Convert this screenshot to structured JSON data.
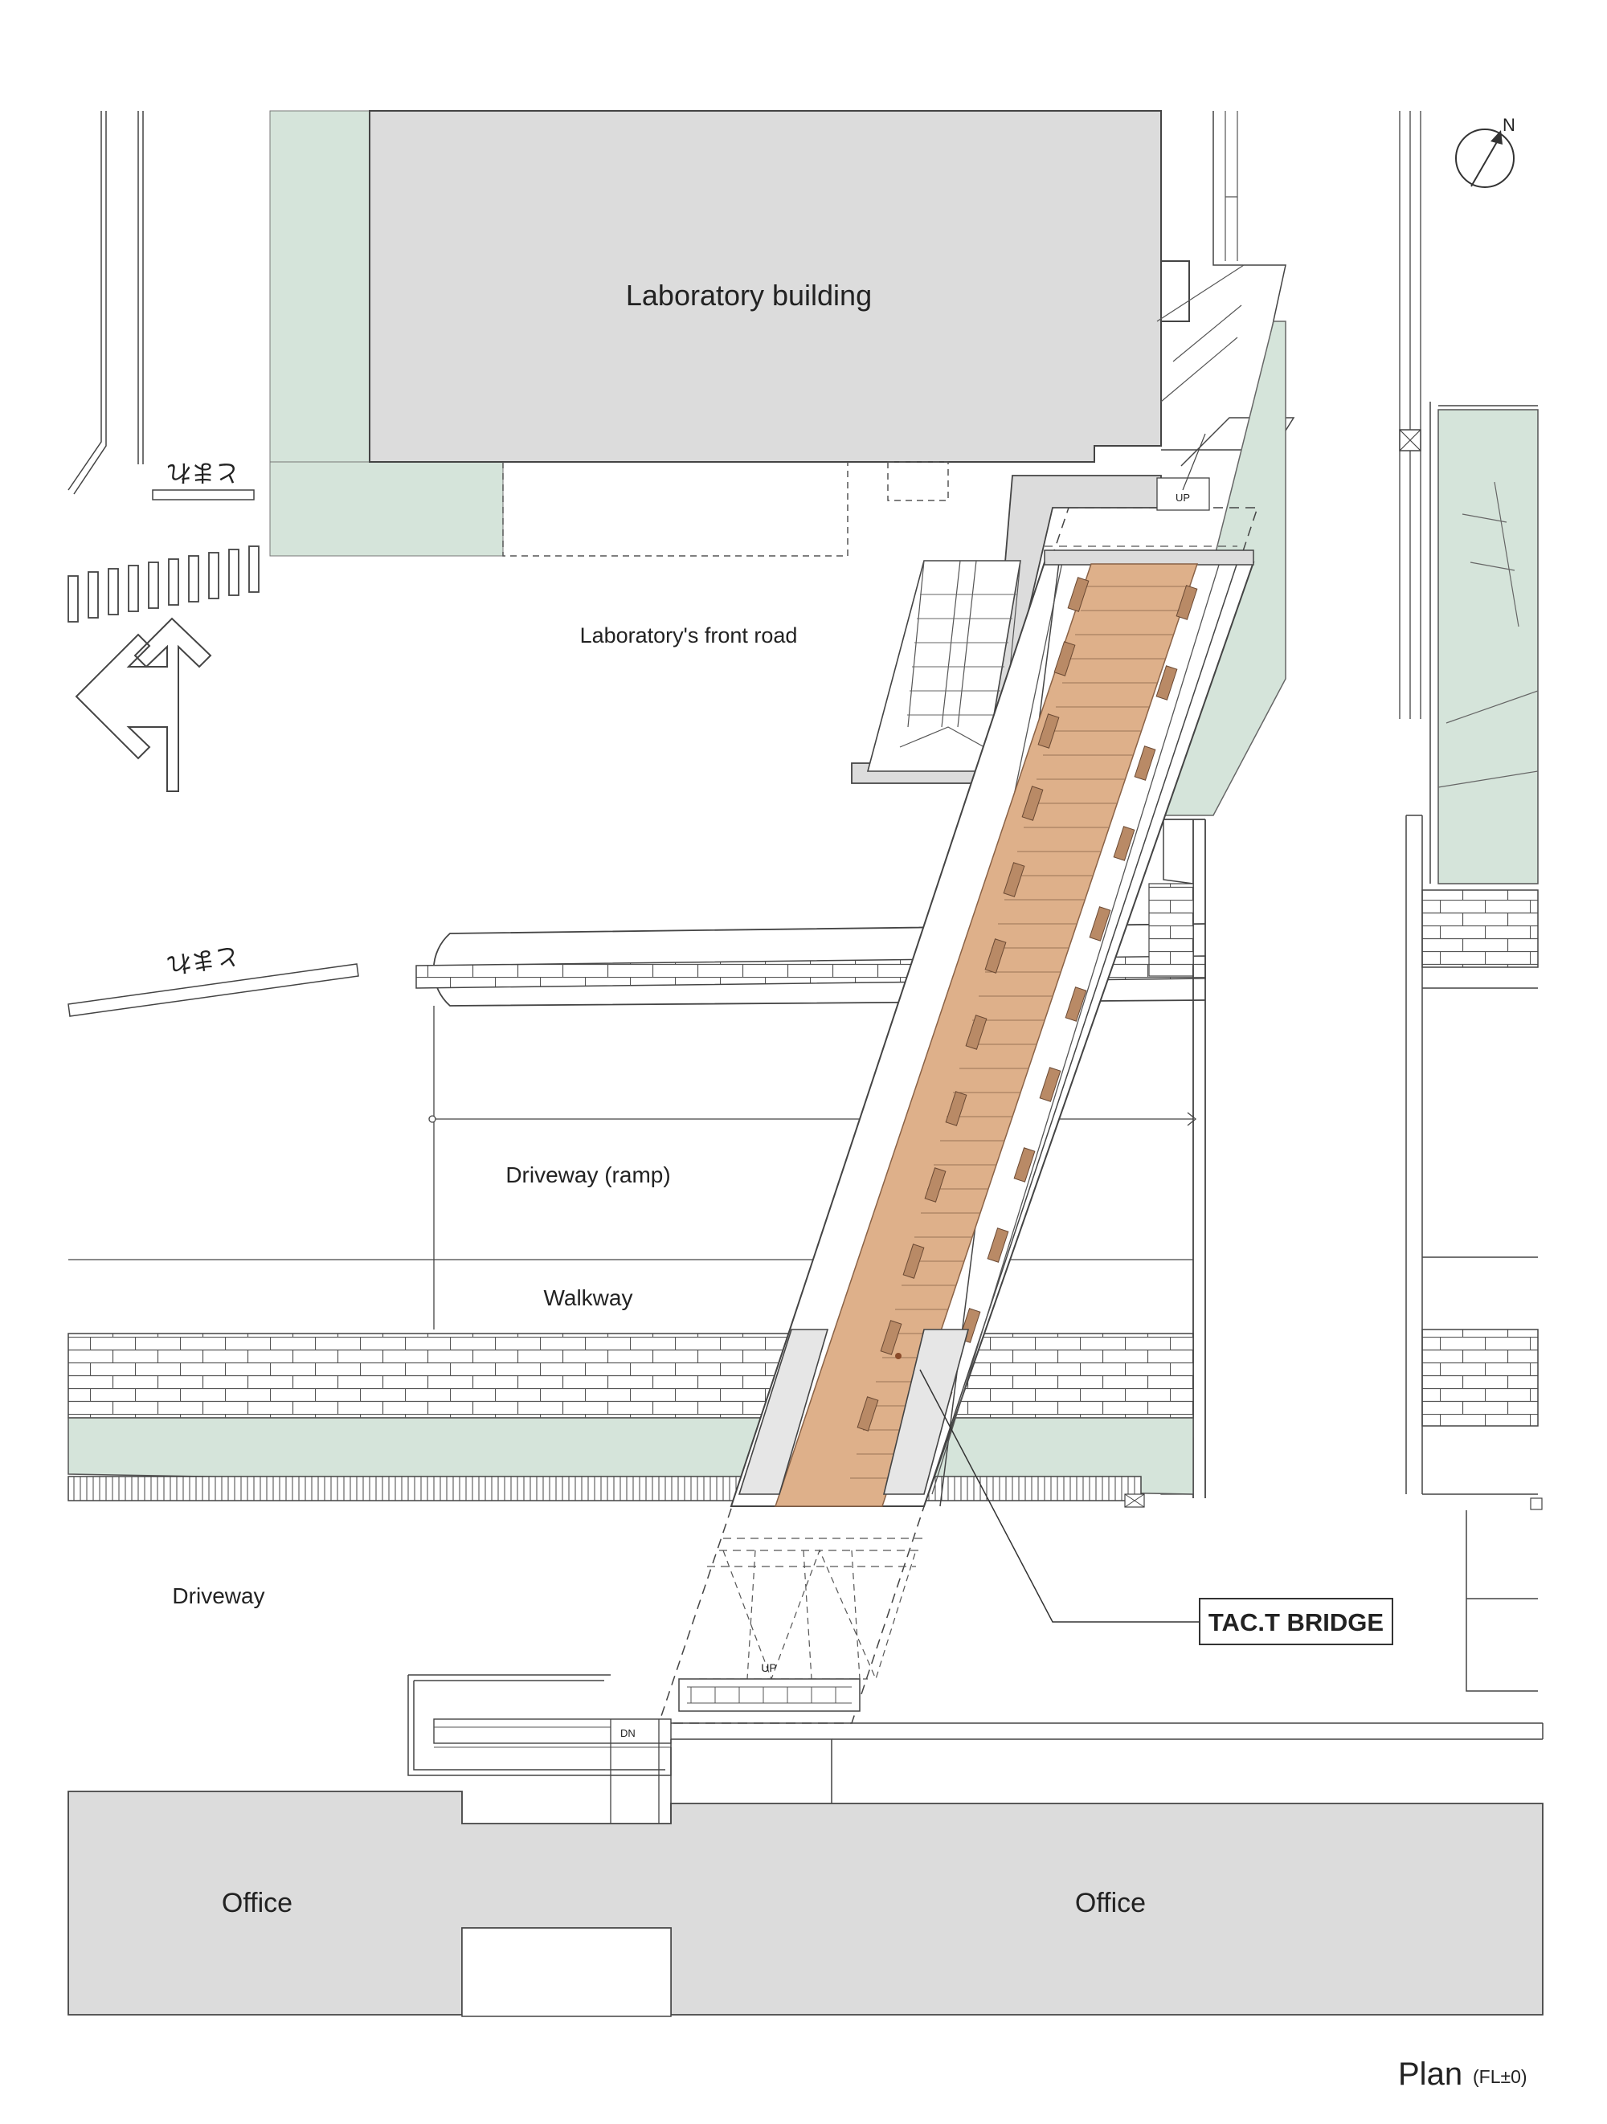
{
  "plan": {
    "title": "Plan",
    "level": "(FL±0)",
    "north": "N"
  },
  "labels": {
    "laboratory_building": "Laboratory building",
    "front_road": "Laboratory's front road",
    "driveway_ramp": "Driveway (ramp)",
    "walkway": "Walkway",
    "driveway": "Driveway",
    "office_left": "Office",
    "office_right": "Office",
    "bridge": "TAC.T BRIDGE",
    "up_top": "UP",
    "up_bottom": "UP",
    "down": "DN",
    "road_mark_top": "とまれ",
    "road_mark_mid": "とまれ"
  },
  "colors": {
    "building": "#dcdcdc",
    "green": "#d5e4da",
    "wood": "#deb08a",
    "line": "#333333"
  }
}
